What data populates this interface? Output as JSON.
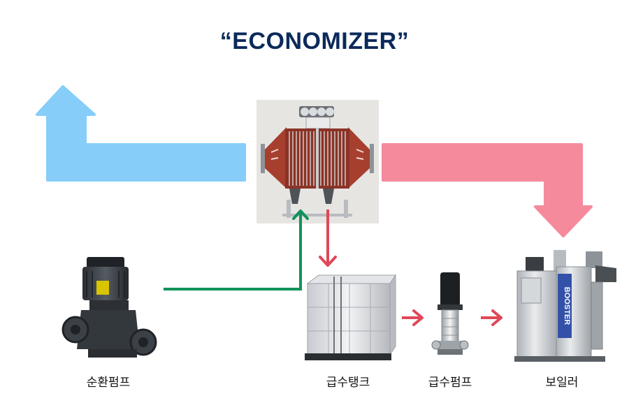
{
  "title": "“ECONOMIZER”",
  "colors": {
    "title": "#0b2a5b",
    "exhaust_arrow": "#86cdfa",
    "flue_arrow": "#f58a9c",
    "circulation_line": "#10935a",
    "feed_arrow": "#df4857"
  },
  "labels": {
    "circulation_pump": "순환펌프",
    "feed_tank": "급수탱크",
    "feed_pump": "급수펌프",
    "boiler": "보일러"
  },
  "devices": {
    "boiler_brand": "BOOSTER"
  },
  "icons": [
    "economizer-unit-icon",
    "circulation-pump-icon",
    "feed-tank-icon",
    "feed-pump-icon",
    "boiler-icon"
  ]
}
